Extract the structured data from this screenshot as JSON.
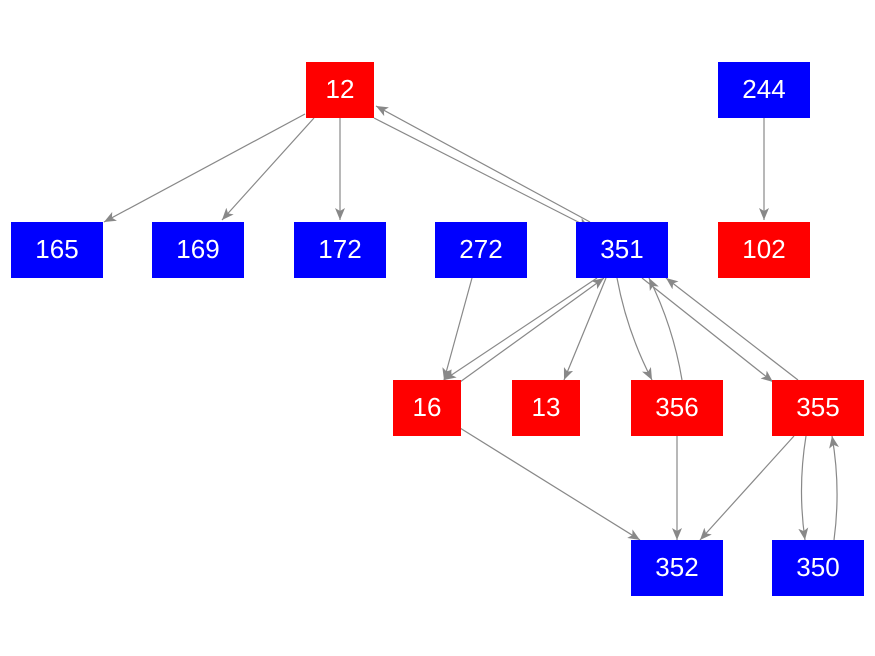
{
  "colors": {
    "red": "#ff0000",
    "blue": "#0000ff",
    "edge": "#888888",
    "label": "#ffffff",
    "background": "#ffffff"
  },
  "nodes": [
    {
      "id": "12",
      "label": "12",
      "color": "red"
    },
    {
      "id": "244",
      "label": "244",
      "color": "blue"
    },
    {
      "id": "165",
      "label": "165",
      "color": "blue"
    },
    {
      "id": "169",
      "label": "169",
      "color": "blue"
    },
    {
      "id": "172",
      "label": "172",
      "color": "blue"
    },
    {
      "id": "272",
      "label": "272",
      "color": "blue"
    },
    {
      "id": "351",
      "label": "351",
      "color": "blue"
    },
    {
      "id": "102",
      "label": "102",
      "color": "red"
    },
    {
      "id": "16",
      "label": "16",
      "color": "red"
    },
    {
      "id": "13",
      "label": "13",
      "color": "red"
    },
    {
      "id": "356",
      "label": "356",
      "color": "red"
    },
    {
      "id": "355",
      "label": "355",
      "color": "red"
    },
    {
      "id": "352",
      "label": "352",
      "color": "blue"
    },
    {
      "id": "350",
      "label": "350",
      "color": "blue"
    }
  ],
  "edges": [
    {
      "from": "12",
      "to": "165"
    },
    {
      "from": "12",
      "to": "169"
    },
    {
      "from": "12",
      "to": "172"
    },
    {
      "from": "12",
      "to": "351"
    },
    {
      "from": "351",
      "to": "12"
    },
    {
      "from": "244",
      "to": "102"
    },
    {
      "from": "272",
      "to": "16"
    },
    {
      "from": "351",
      "to": "16"
    },
    {
      "from": "16",
      "to": "351"
    },
    {
      "from": "351",
      "to": "13"
    },
    {
      "from": "351",
      "to": "356"
    },
    {
      "from": "356",
      "to": "351"
    },
    {
      "from": "351",
      "to": "355"
    },
    {
      "from": "355",
      "to": "351"
    },
    {
      "from": "16",
      "to": "352"
    },
    {
      "from": "356",
      "to": "352"
    },
    {
      "from": "355",
      "to": "352"
    },
    {
      "from": "355",
      "to": "350"
    },
    {
      "from": "350",
      "to": "355"
    }
  ]
}
